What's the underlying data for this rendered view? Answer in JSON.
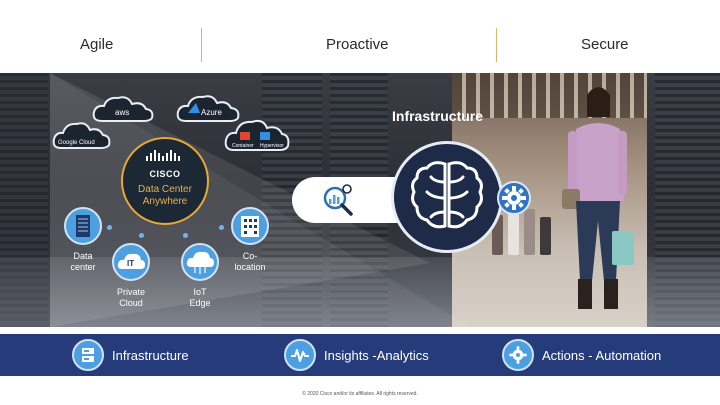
{
  "pillars": [
    "Agile",
    "Proactive",
    "Secure"
  ],
  "colors": {
    "navy_bar": "#263b79",
    "accent_gold": "#e4a93a",
    "icon_blue": "#4d9fe2",
    "brain_navy": "#1d2a48"
  },
  "clouds": [
    {
      "label": "aws",
      "icon": "cloud-icon"
    },
    {
      "label": "Azure",
      "icon": "cloud-icon"
    },
    {
      "label": "Google Cloud",
      "icon": "cloud-icon"
    },
    {
      "label": "Container",
      "icon": "cloud-icon"
    },
    {
      "label": "Hypervisor",
      "icon": "cloud-icon"
    }
  ],
  "cisco": {
    "brand": "CISCO",
    "tagline_line1": "Data Center",
    "tagline_line2": "Anywhere"
  },
  "edges": [
    {
      "label_line1": "Data",
      "label_line2": "center",
      "icon": "server-icon"
    },
    {
      "label_line1": "Private",
      "label_line2": "Cloud",
      "icon": "it-cloud-icon"
    },
    {
      "label_line1": "IoT",
      "label_line2": "Edge",
      "icon": "iot-cloud-icon"
    },
    {
      "label_line1": "Co-",
      "label_line2": "location",
      "icon": "building-icon"
    }
  ],
  "infrastructure": {
    "title": "Infrastructure"
  },
  "bottom_bar": [
    {
      "label": "Infrastructure",
      "icon": "infrastructure-icon"
    },
    {
      "label": "Insights -Analytics",
      "icon": "pulse-icon"
    },
    {
      "label": "Actions - Automation",
      "icon": "gear-icon"
    }
  ],
  "copyright": "© 2020 Cisco and/or its affiliates. All rights reserved."
}
